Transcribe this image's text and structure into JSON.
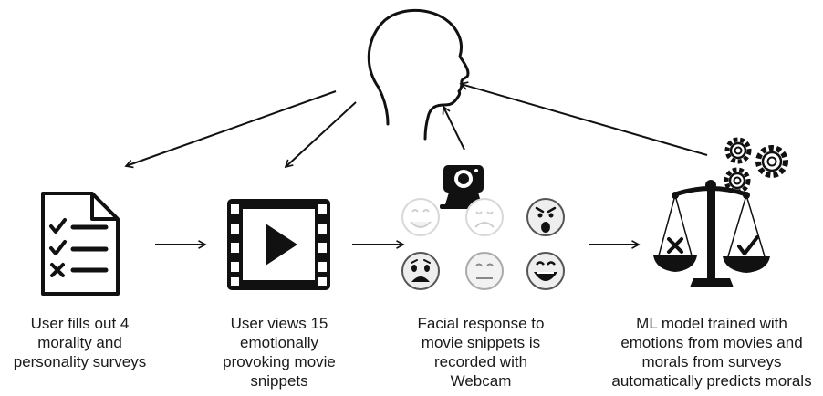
{
  "steps": [
    {
      "id": "surveys",
      "icon": "checklist-icon",
      "caption_lines": [
        "User fills out 4",
        "morality and",
        "personality surveys"
      ]
    },
    {
      "id": "videos",
      "icon": "video-play-icon",
      "caption_lines": [
        "User views 15",
        "emotionally",
        "provoking movie",
        "snippets"
      ]
    },
    {
      "id": "facial",
      "icon": "webcam-emotion-faces-icon",
      "caption_lines": [
        "Facial response to",
        "movie snippets is",
        "recorded with",
        "Webcam"
      ]
    },
    {
      "id": "model",
      "icon": "ml-scale-gears-icon",
      "caption_lines": [
        "ML model trained with",
        "emotions from movies and",
        "morals from surveys",
        "automatically predicts morals"
      ]
    }
  ],
  "central_icon": "user-head-icon",
  "colors": {
    "stroke": "#111111",
    "text": "#1a1a1a",
    "faded": "#d6d6d6"
  }
}
